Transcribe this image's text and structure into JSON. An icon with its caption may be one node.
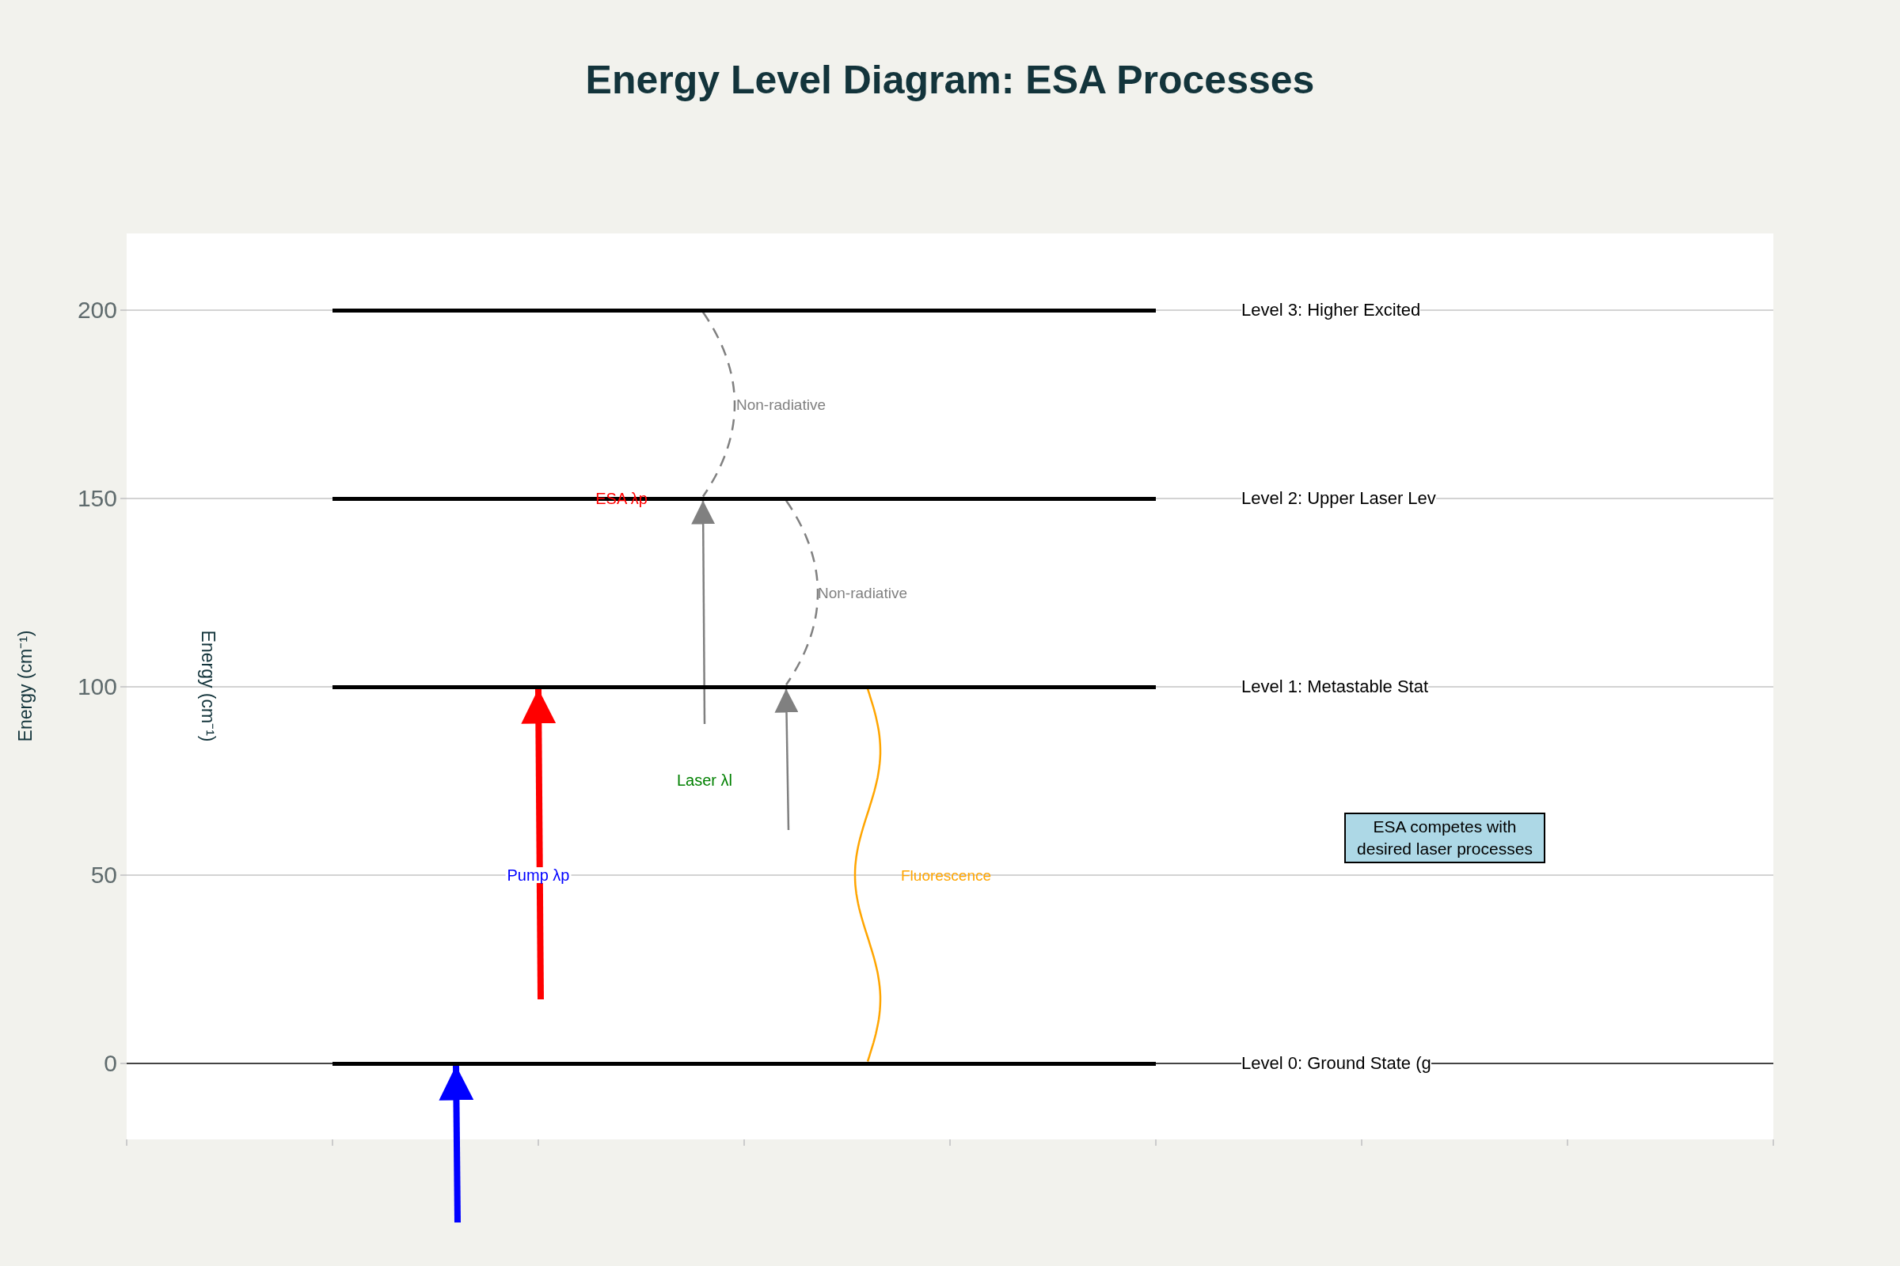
{
  "diagram": {
    "title": "Energy Level Diagram: ESA Processes",
    "nodes": [
      {
        "text": [],
        "shape": "bar"
      },
      {
        "text": [],
        "shape": "bar"
      },
      {
        "text": [],
        "shape": "bar"
      },
      {
        "text": [],
        "shape": "bar"
      },
      {
        "text": [
          "ESA competes with desired laser processes"
        ]
      }
    ],
    "edges": [
      {
        "from": null,
        "to": 3,
        "arrow": "to",
        "style": "thick",
        "color": "#0000ff"
      },
      {
        "from": null,
        "to": 2,
        "arrow": "to",
        "style": "thick",
        "color": "#ff0000"
      },
      {
        "from": null,
        "to": 1,
        "arrow": "to"
      },
      {
        "from": null,
        "to": 2,
        "arrow": "to"
      },
      {
        "from": 0,
        "to": 1,
        "arrow": "none",
        "style": "dashed",
        "label": "Non-radiative"
      },
      {
        "from": 1,
        "to": 2,
        "arrow": "none",
        "style": "dashed",
        "label": "Non-radiative"
      },
      {
        "from": 2,
        "to": 3,
        "arrow": "none",
        "color": "#ffa500",
        "label": "Fluorescence"
      }
    ],
    "labels": [
      "200",
      "150",
      "100",
      "50",
      "0",
      "Energy (cm⁻¹)",
      "Energy (cm⁻¹)",
      "ESA λp",
      "Laser λl",
      "Pump λp",
      "Level 3: Higher Excited",
      "Level 2: Upper Laser Lev",
      "Level 1: Metastable Stat",
      "Level 0: Ground State (g"
    ]
  }
}
